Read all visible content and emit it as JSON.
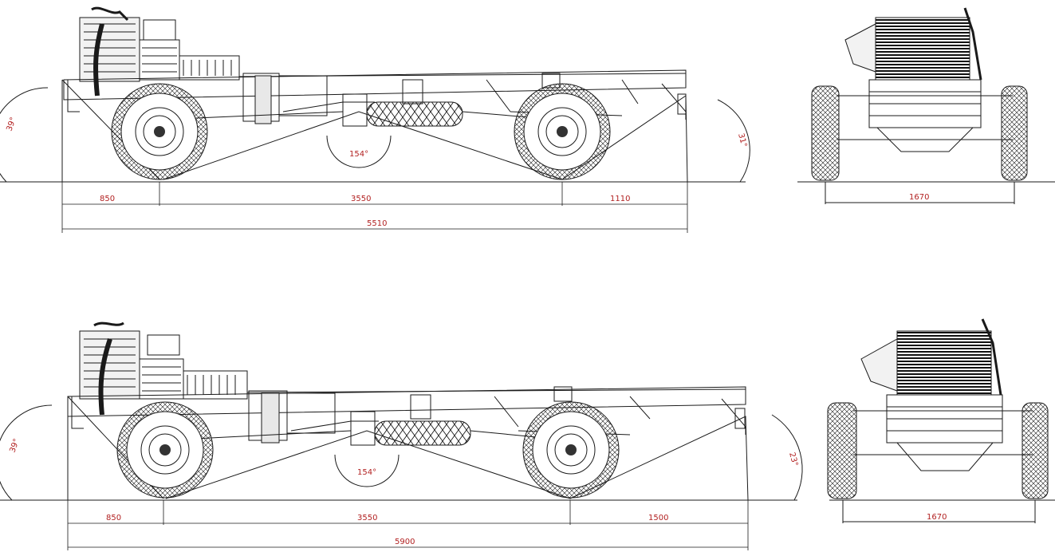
{
  "colors": {
    "line": "#1a1a1a",
    "dimension_text": "#b22222",
    "background": "#ffffff"
  },
  "top_view": {
    "approach_angle": "39°",
    "breakover_angle": "154°",
    "departure_angle": "31°",
    "front_overhang": "850",
    "wheelbase": "3550",
    "rear_overhang": "1110",
    "overall_length": "5510",
    "track_width": "1670"
  },
  "bottom_view": {
    "approach_angle": "39°",
    "breakover_angle": "154°",
    "departure_angle": "23°",
    "front_overhang": "850",
    "wheelbase": "3550",
    "rear_overhang": "1500",
    "overall_length": "5900",
    "track_width": "1670"
  }
}
